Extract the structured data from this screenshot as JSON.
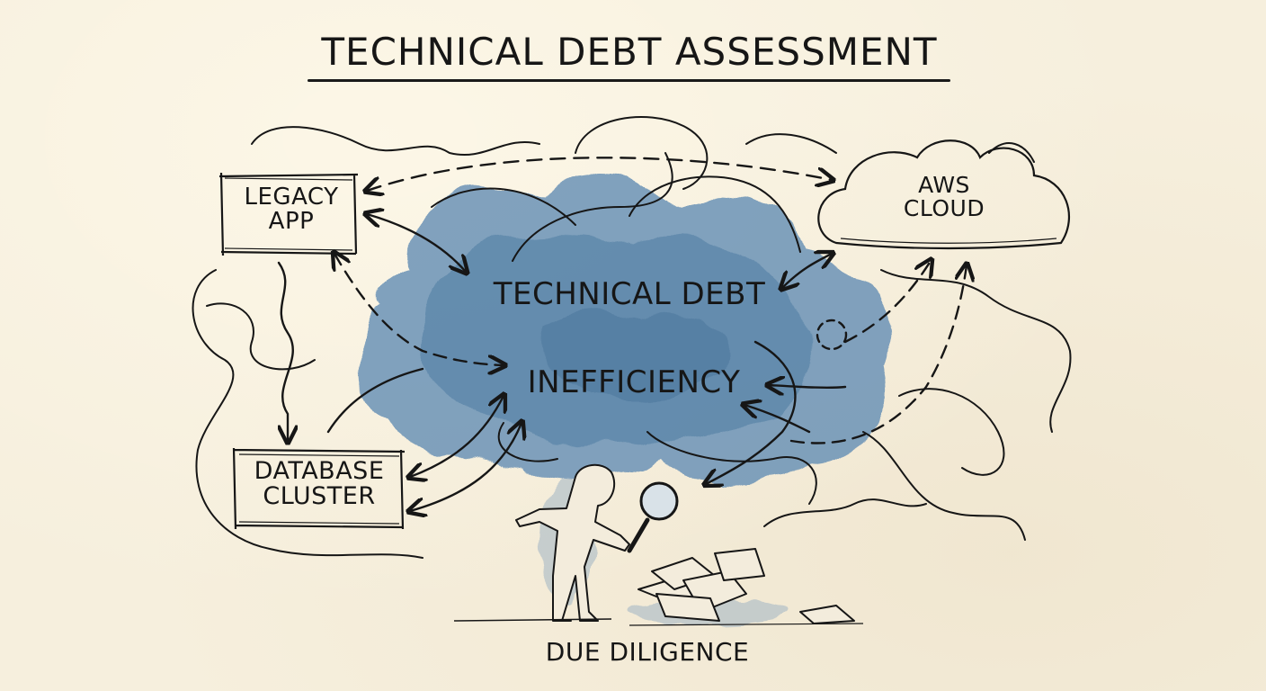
{
  "diagram": {
    "title": "TECHNICAL DEBT ASSESSMENT",
    "style": "hand-drawn sketch with watercolor wash",
    "colors": {
      "paper": "#f6efdd",
      "ink": "#161616",
      "watercolor_blue": "#5e88ad"
    },
    "nodes": {
      "legacy_app": {
        "line1": "LEGACY",
        "line2": "APP",
        "shape": "sketched-rectangle"
      },
      "aws_cloud": {
        "line1": "AWS",
        "line2": "CLOUD",
        "shape": "cloud-outline"
      },
      "database_cluster": {
        "line1": "DATABASE",
        "line2": "CLUSTER",
        "shape": "sketched-rectangle"
      },
      "central_blob": {
        "line1": "TECHNICAL DEBT",
        "line2": "INEFFICIENCY",
        "shape": "blue-watercolor-cloud"
      }
    },
    "figure": {
      "caption": "DUE DILIGENCE",
      "description": "person inspecting pile of papers with magnifying glass"
    },
    "edges": [
      {
        "from": "LEGACY APP",
        "to": "AWS CLOUD",
        "style": "dashed",
        "direction": "bidirectional"
      },
      {
        "from": "LEGACY APP",
        "to": "TECHNICAL DEBT",
        "style": "solid",
        "direction": "bidirectional"
      },
      {
        "from": "LEGACY APP",
        "to": "DATABASE CLUSTER",
        "style": "squiggly",
        "direction": "forward"
      },
      {
        "from": "LEGACY APP",
        "to": "INEFFICIENCY",
        "style": "dashed",
        "direction": "bidirectional"
      },
      {
        "from": "DATABASE CLUSTER",
        "to": "INEFFICIENCY",
        "style": "solid",
        "direction": "bidirectional"
      },
      {
        "from": "AWS CLOUD",
        "to": "TECHNICAL DEBT",
        "style": "solid",
        "direction": "bidirectional"
      },
      {
        "from": "INEFFICIENCY",
        "to": "AWS CLOUD",
        "style": "dashed",
        "direction": "forward"
      },
      {
        "from": "INEFFICIENCY",
        "to": "DUE DILIGENCE",
        "style": "solid",
        "direction": "forward"
      }
    ]
  }
}
